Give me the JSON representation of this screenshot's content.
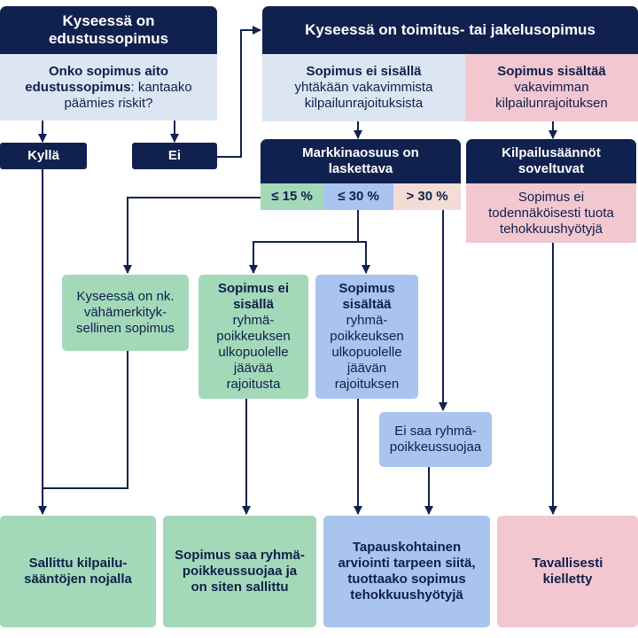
{
  "top_left": {
    "header": "Kyseessä on edustussopimus",
    "question_bold": "Onko sopimus aito edustussopimus",
    "question_rest": ": kantaako päämies riskit?"
  },
  "top_right": {
    "header": "Kyseessä on toimitus- tai jakelusopimus",
    "no_restriction_bold": "Sopimus ei sisällä",
    "no_restriction_rest": "yhtäkään vakavimmista kilpailunrajoituksista",
    "restriction_bold": "Sopimus sisältää",
    "restriction_rest": "vakavimman kilpailunrajoituksen"
  },
  "answers": {
    "yes": "Kyllä",
    "no": "Ei"
  },
  "market_share": {
    "header": "Markkinaosuus on laskettava",
    "le15": "≤ 15 %",
    "le30": "≤ 30 %",
    "gt30": "> 30 %"
  },
  "competition_rules": {
    "header": "Kilpailusäännöt soveltuvat",
    "text": "Sopimus ei todennäköisesti tuota tehokkuushyötyjä"
  },
  "middle": {
    "deminimis": "Kyseessä on nk. vähämerkityk-sellinen sopimus",
    "no_excluded_bold": "Sopimus ei sisällä",
    "no_excluded_rest": "ryhmä-poikkeuksen ulkopuolelle jäävää rajoitusta",
    "excluded_bold": "Sopimus sisältää",
    "excluded_rest": "ryhmä-poikkeuksen ulkopuolelle jäävän rajoituksen",
    "no_exemption": "Ei saa ryhmä-poikkeussuojaa"
  },
  "outcomes": {
    "allowed": "Sallittu kilpailu-sääntöjen nojalla",
    "exempted": "Sopimus saa ryhmä-poikkeussuojaa ja on siten sallittu",
    "case_by_case": "Tapauskohtainen arviointi tarpeen siitä, tuottaako sopimus tehokkuushyötyjä",
    "prohibited": "Tavallisesti kielletty"
  },
  "colors": {
    "navy": "#11214f",
    "light_blue": "#dce6f2",
    "pink": "#f3c7d0",
    "green": "#a3d9b9",
    "blue": "#a9c4ee",
    "peach": "#f2dcd6"
  }
}
